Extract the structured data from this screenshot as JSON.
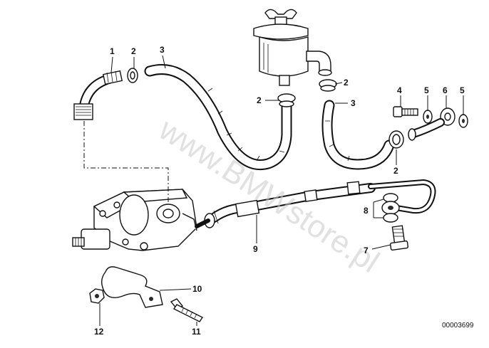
{
  "diagram": {
    "watermark": "www.BMWstore.pl",
    "drawing_number": "00003699",
    "callouts": [
      "1",
      "2",
      "3",
      "2",
      "2",
      "3",
      "4",
      "5",
      "6",
      "5",
      "2",
      "8",
      "7",
      "9",
      "10",
      "11",
      "12"
    ]
  }
}
